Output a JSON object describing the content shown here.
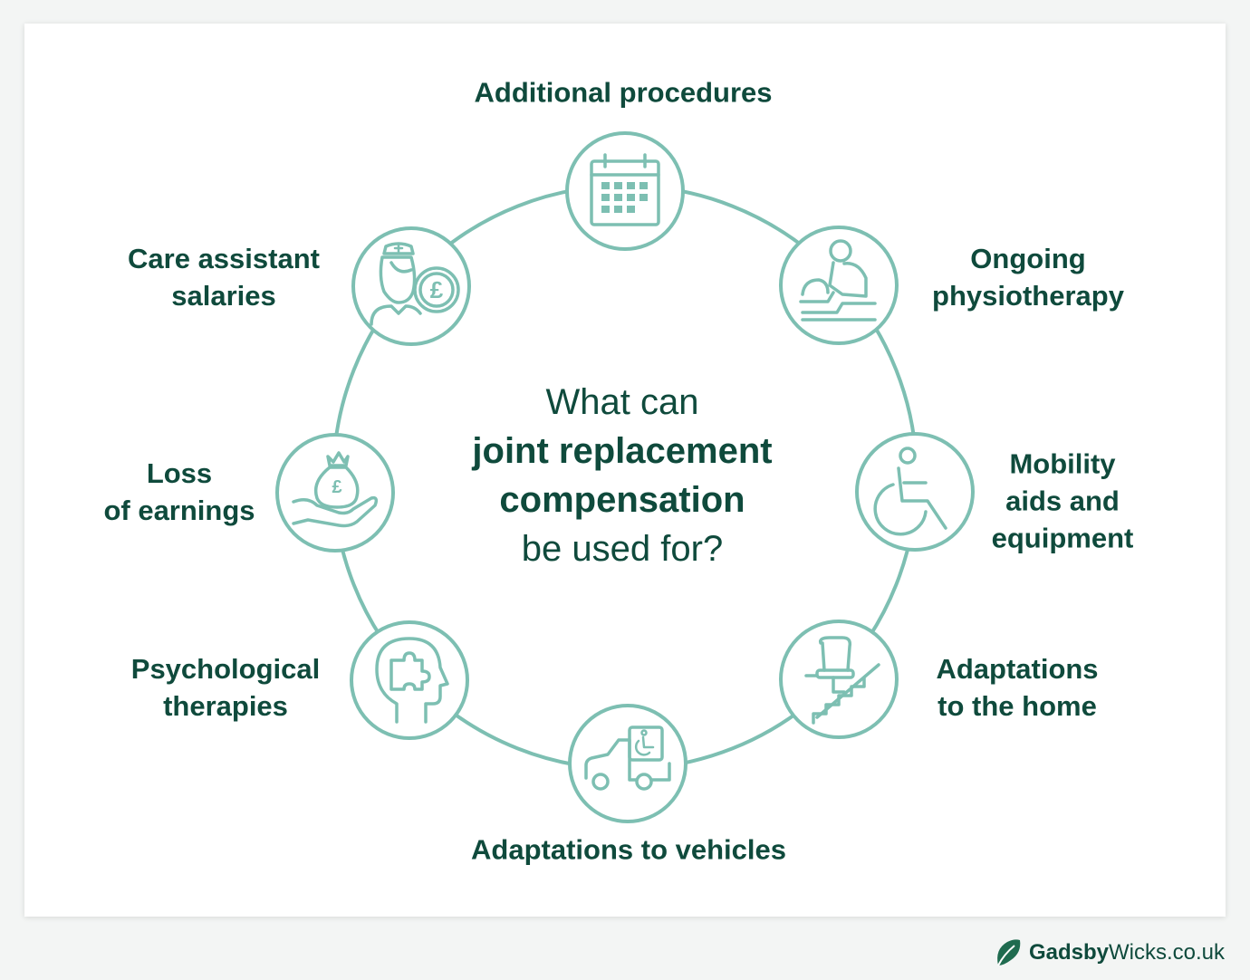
{
  "center": {
    "line1": "What can",
    "line2": "joint replacement",
    "line3": "compensation",
    "line4": "be used for?"
  },
  "items": [
    {
      "lines": [
        "Additional procedures"
      ],
      "icon": "calendar-icon"
    },
    {
      "lines": [
        "Ongoing",
        "physiotherapy"
      ],
      "icon": "physiotherapy-icon"
    },
    {
      "lines": [
        "Mobility",
        "aids and",
        "equipment"
      ],
      "icon": "wheelchair-icon"
    },
    {
      "lines": [
        "Adaptations",
        "to the home"
      ],
      "icon": "stairlift-icon"
    },
    {
      "lines": [
        "Adaptations to vehicles"
      ],
      "icon": "accessible-van-icon"
    },
    {
      "lines": [
        "Psychological",
        "therapies"
      ],
      "icon": "head-puzzle-icon"
    },
    {
      "lines": [
        "Loss",
        "of earnings"
      ],
      "icon": "money-bag-hand-icon"
    },
    {
      "lines": [
        "Care assistant",
        "salaries"
      ],
      "icon": "nurse-pound-icon"
    }
  ],
  "logo": {
    "brand_bold": "Gadsby",
    "brand_regular": "Wicks.co.uk",
    "icon": "leaf-icon"
  },
  "colors": {
    "accent": "#7dbfb2",
    "text": "#0f4a3c",
    "background": "#f3f5f4",
    "card": "#ffffff"
  }
}
